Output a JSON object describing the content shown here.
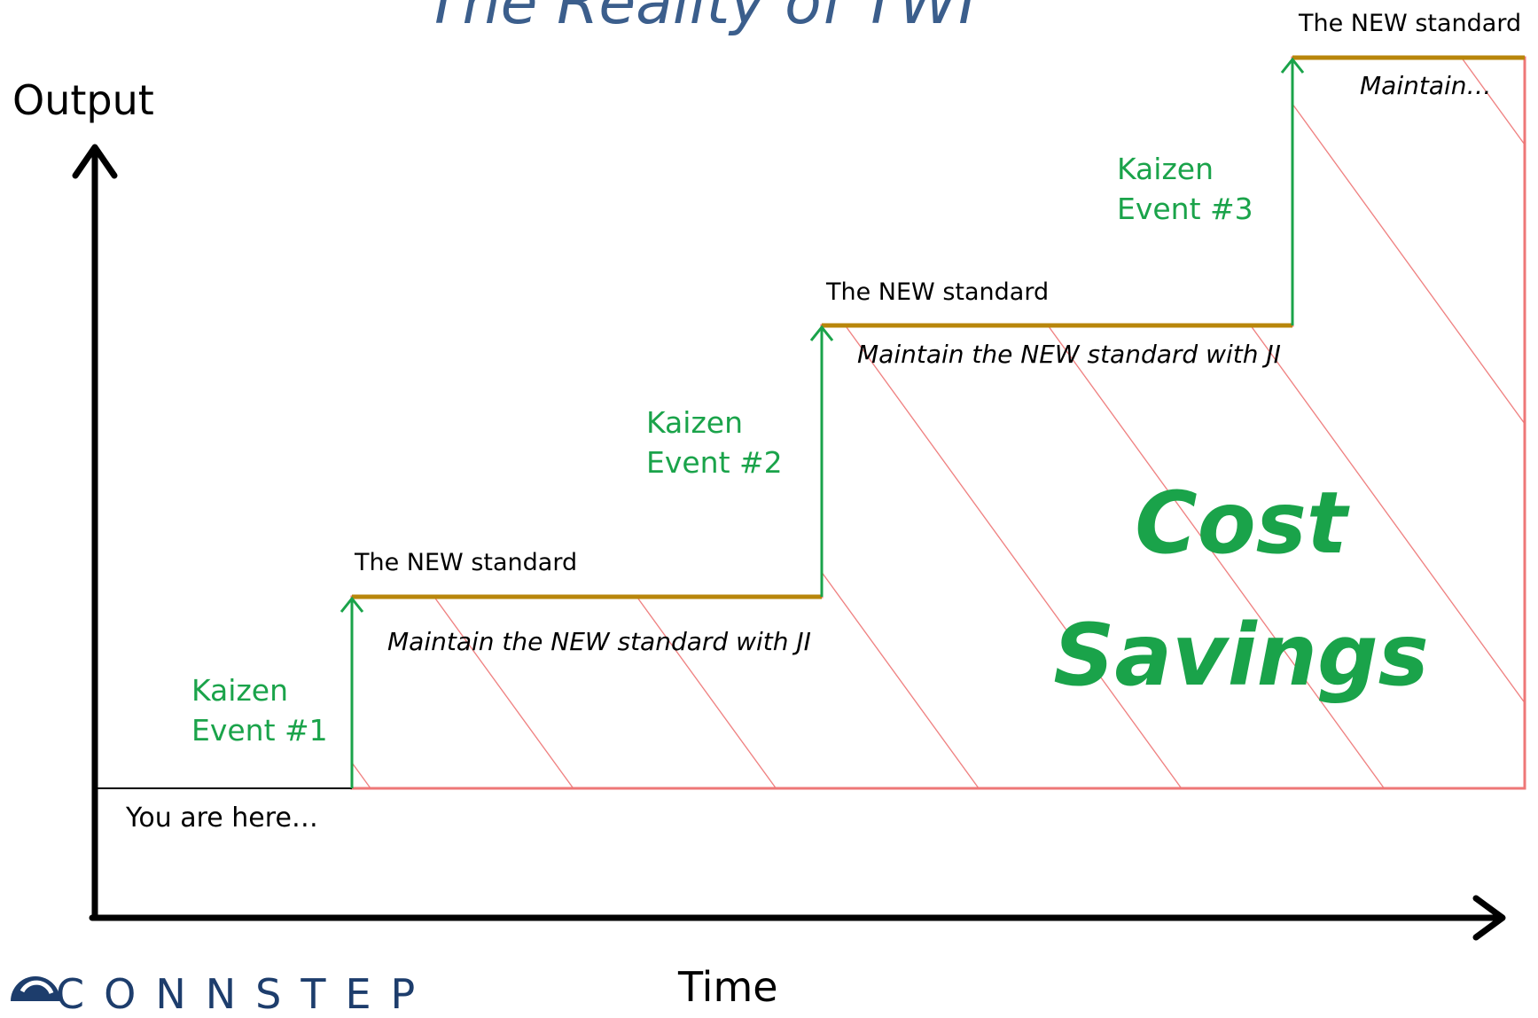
{
  "slide": {
    "title": "The Reality of TWI"
  },
  "axes": {
    "y_label": "Output",
    "x_label": "Time"
  },
  "steps": {
    "start": {
      "label": "You are here…"
    },
    "step1": {
      "event": "Kaizen\nEvent #1",
      "standard": "The NEW standard",
      "maintain": "Maintain the NEW standard with JI"
    },
    "step2": {
      "event": "Kaizen\nEvent #2",
      "standard": "The NEW standard",
      "maintain": "Maintain the NEW standard with JI"
    },
    "step3": {
      "event": "Kaizen\nEvent #3",
      "standard": "The NEW standard",
      "maintain": "Maintain…"
    }
  },
  "area": {
    "label": "Cost\nSavings"
  },
  "logo": {
    "text": "CONNSTEP"
  },
  "colors": {
    "event_green": "#1aa34a",
    "standard_line": "#b8860b",
    "hatch_red": "#ee7777",
    "axis": "#000000",
    "title_blue": "#3b5e8c"
  },
  "icons": {
    "y_arrow": "arrow-up-icon",
    "x_arrow": "arrow-right-icon",
    "step_arrow": "arrow-up-icon"
  }
}
